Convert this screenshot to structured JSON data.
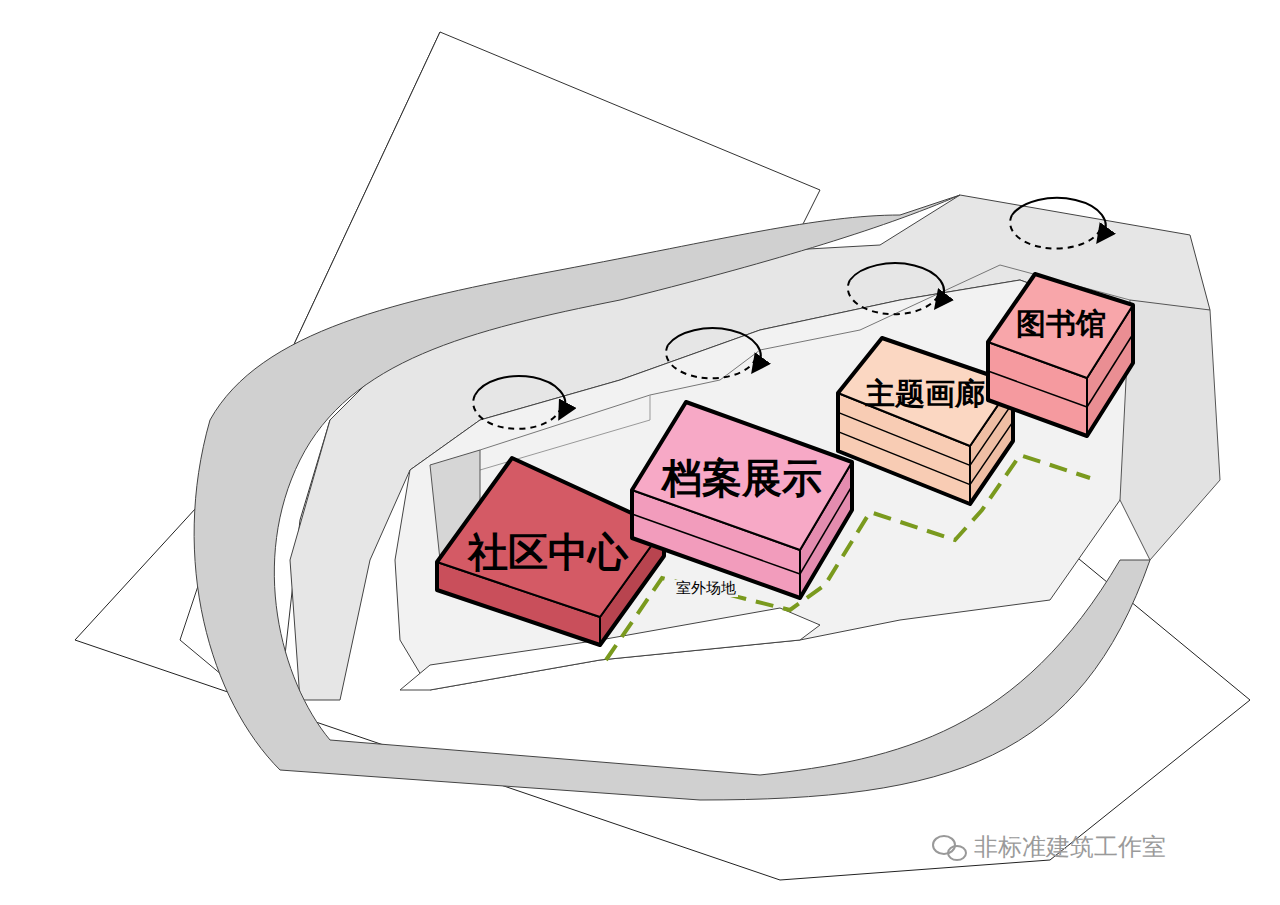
{
  "diagram": {
    "nodes": [
      {
        "text": [
          "社区中心"
        ]
      },
      {
        "text": [
          "档案展示"
        ]
      },
      {
        "text": [
          "主题画廊"
        ]
      },
      {
        "text": [
          "图书馆"
        ]
      }
    ],
    "labels": [
      "室外场地",
      "非标准建筑工作室"
    ]
  }
}
